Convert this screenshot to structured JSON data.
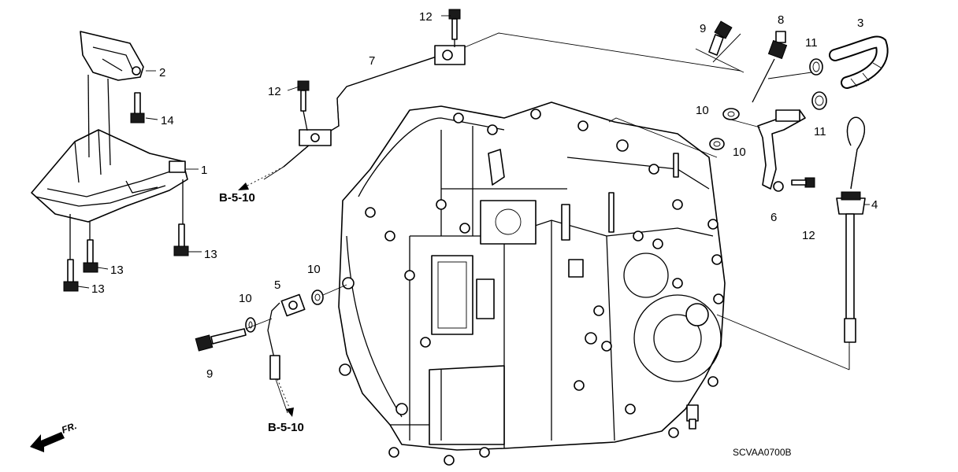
{
  "callouts": {
    "n1": "1",
    "n2": "2",
    "n3": "3",
    "n4": "4",
    "n5": "5",
    "n6": "6",
    "n7": "7",
    "n8": "8",
    "n9a": "9",
    "n9b": "9",
    "n10a": "10",
    "n10b": "10",
    "n10c": "10",
    "n10d": "10",
    "n11a": "11",
    "n11b": "11",
    "n12a": "12",
    "n12b": "12",
    "n12c": "12",
    "n13a": "13",
    "n13b": "13",
    "n13c": "13",
    "n14": "14"
  },
  "references": {
    "ref_top": "B-5-10",
    "ref_bottom": "B-5-10"
  },
  "direction": {
    "label": "FR."
  },
  "diagram_code": "SCVAA0700B"
}
